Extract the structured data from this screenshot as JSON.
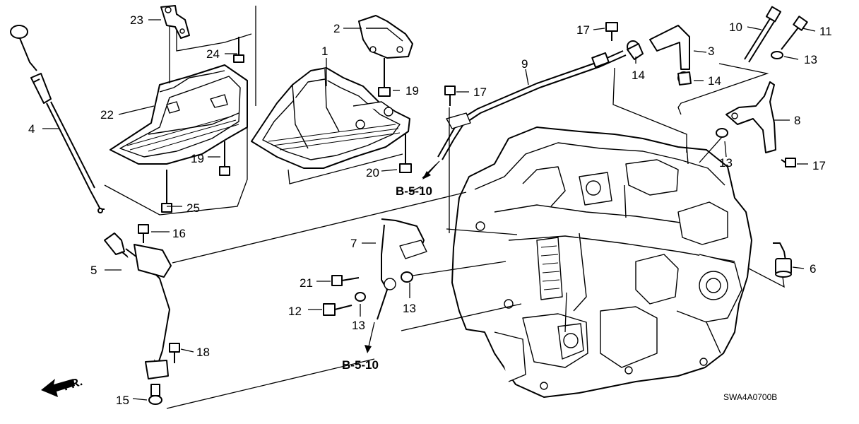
{
  "diagram": {
    "drawing_code": "SWA4A0700B",
    "direction_marker": "FR.",
    "cross_references": [
      {
        "id": "ref-top",
        "text": "B-5-10"
      },
      {
        "id": "ref-bottom",
        "text": "B-5-10"
      }
    ],
    "callouts": [
      {
        "id": "c1",
        "text": "1"
      },
      {
        "id": "c2",
        "text": "2"
      },
      {
        "id": "c3",
        "text": "3"
      },
      {
        "id": "c4",
        "text": "4"
      },
      {
        "id": "c5",
        "text": "5"
      },
      {
        "id": "c6",
        "text": "6"
      },
      {
        "id": "c7",
        "text": "7"
      },
      {
        "id": "c8",
        "text": "8"
      },
      {
        "id": "c9",
        "text": "9"
      },
      {
        "id": "c10",
        "text": "10"
      },
      {
        "id": "c11",
        "text": "11"
      },
      {
        "id": "c12",
        "text": "12"
      },
      {
        "id": "c13a",
        "text": "13"
      },
      {
        "id": "c13b",
        "text": "13"
      },
      {
        "id": "c13c",
        "text": "13"
      },
      {
        "id": "c13d",
        "text": "13"
      },
      {
        "id": "c14a",
        "text": "14"
      },
      {
        "id": "c14b",
        "text": "14"
      },
      {
        "id": "c15",
        "text": "15"
      },
      {
        "id": "c16",
        "text": "16"
      },
      {
        "id": "c17a",
        "text": "17"
      },
      {
        "id": "c17b",
        "text": "17"
      },
      {
        "id": "c17c",
        "text": "17"
      },
      {
        "id": "c18",
        "text": "18"
      },
      {
        "id": "c19a",
        "text": "19"
      },
      {
        "id": "c19b",
        "text": "19"
      },
      {
        "id": "c20",
        "text": "20"
      },
      {
        "id": "c21",
        "text": "21"
      },
      {
        "id": "c22",
        "text": "22"
      },
      {
        "id": "c23",
        "text": "23"
      },
      {
        "id": "c24",
        "text": "24"
      },
      {
        "id": "c25",
        "text": "25"
      }
    ]
  }
}
